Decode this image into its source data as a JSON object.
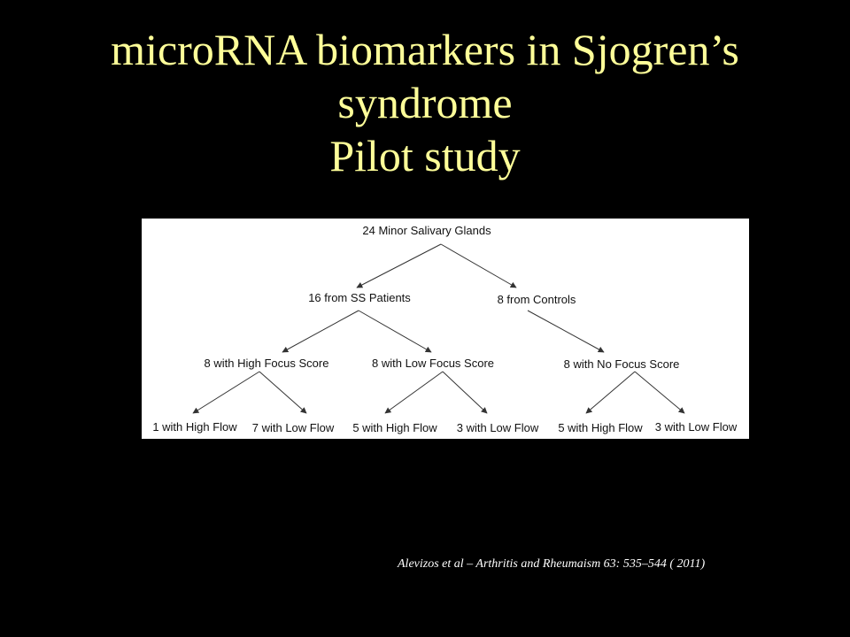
{
  "slide": {
    "title_lines": [
      "microRNA biomarkers in Sjogren’s",
      "syndrome",
      "Pilot study"
    ],
    "title_color": "#ffff99",
    "background": "#000000"
  },
  "diagram": {
    "root": "24 Minor Salivary Glands",
    "groups": {
      "ss_patients": "16 from SS Patients",
      "controls": "8 from Controls"
    },
    "subgroups": {
      "high_focus": "8 with High Focus Score",
      "low_focus": "8 with Low Focus Score",
      "no_focus": "8 with No Focus Score"
    },
    "leaves": {
      "high_focus_high_flow": "1 with High Flow",
      "high_focus_low_flow": "7 with Low Flow",
      "low_focus_high_flow": "5 with High Flow",
      "low_focus_low_flow": "3 with Low Flow",
      "no_focus_high_flow": "5 with High Flow",
      "no_focus_low_flow": "3 with Low Flow"
    }
  },
  "citation": "Alevizos et al – Arthritis and Rheumaism 63: 535–544 ( 2011)"
}
